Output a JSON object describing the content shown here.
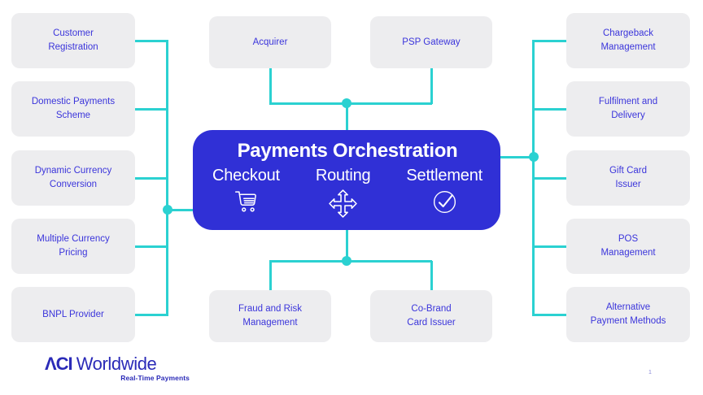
{
  "page": {
    "page_number": "1"
  },
  "colors": {
    "accent_teal": "#2BD1D1",
    "center_blue": "#3030D6",
    "node_bg": "#EDEDEF",
    "node_text": "#3B35DB",
    "logo_blue": "#2B2BB8",
    "page_bg": "#FFFFFF"
  },
  "center": {
    "title": "Payments Orchestration",
    "features": [
      {
        "label": "Checkout",
        "icon": "shopping-cart-icon"
      },
      {
        "label": "Routing",
        "icon": "route-arrows-icon"
      },
      {
        "label": "Settlement",
        "icon": "check-circle-icon"
      }
    ]
  },
  "nodes": {
    "left": [
      {
        "label": "Customer\nRegistration"
      },
      {
        "label": "Domestic Payments\nScheme"
      },
      {
        "label": "Dynamic Currency\nConversion"
      },
      {
        "label": "Multiple Currency\nPricing"
      },
      {
        "label": "BNPL Provider"
      }
    ],
    "top": [
      {
        "label": "Acquirer"
      },
      {
        "label": "PSP Gateway"
      }
    ],
    "right": [
      {
        "label": "Chargeback\nManagement"
      },
      {
        "label": "Fulfilment and\nDelivery"
      },
      {
        "label": "Gift Card\nIssuer"
      },
      {
        "label": "POS\nManagement"
      },
      {
        "label": "Alternative\nPayment Methods"
      }
    ],
    "bottom": [
      {
        "label": "Fraud and Risk\nManagement"
      },
      {
        "label": "Co-Brand\nCard Issuer"
      }
    ]
  },
  "logo": {
    "brand_bold": "ΛCI",
    "brand_regular": "Worldwide",
    "tagline": "Real-Time Payments"
  }
}
